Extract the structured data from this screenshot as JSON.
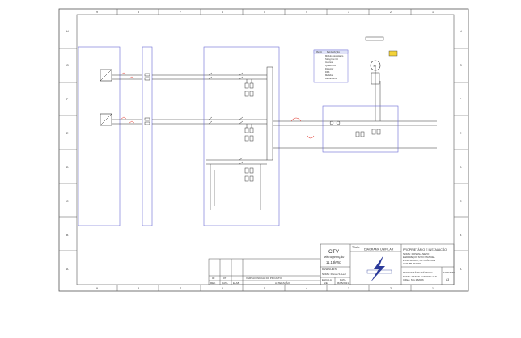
{
  "border": {
    "col_labels_top": [
      "9",
      "8",
      "7",
      "6",
      "5",
      "4",
      "3",
      "2",
      "1"
    ],
    "col_labels_bottom": [
      "9",
      "8",
      "7",
      "6",
      "5",
      "4",
      "3",
      "2",
      "1"
    ],
    "row_labels": [
      "H",
      "G",
      "F",
      "E",
      "D",
      "C",
      "B",
      "A"
    ]
  },
  "legend_box": {
    "header": [
      "Item",
      "Descrição"
    ],
    "rows": [
      "Módulo fotovoltaico",
      "String box CC",
      "Inversor",
      "Quadro CA",
      "Disjuntor",
      "DPS",
      "Medidor",
      "Aterramento"
    ]
  },
  "motor": {
    "label": "M"
  },
  "title_block": {
    "project": "CTV",
    "project_line2": "Microgeração",
    "project_line3": "11,13kWp",
    "title_label": "Título:",
    "title_value": "DIAGRAMA UNIFILAR",
    "owner_heading": "PROPRIETÁRIO E INSTALAÇÃO:",
    "owner_lines": [
      "NOME: ROSANA NETO",
      "ENDEREÇO: SÍTIO MANUEL",
      "ZONA RURAL, ALTINÓPOLIS",
      "CEP: 85.092-000"
    ],
    "designer_heading": "DESENHISTA",
    "designer_name": "NOME: Renan S. Leal",
    "scale_label": "ESCALA",
    "scale_value": "S/E",
    "date_label": "DATA",
    "date_value": "06/05/2021",
    "tech_heading": "RESPONSÁVEL TÉCNICO",
    "tech_lines": [
      "NOME: RENAN SANDRO LEAL",
      "CREA: MG 282026"
    ],
    "format_label": "FORMATO",
    "format_value": "A3",
    "revision_row": {
      "rev": "00",
      "date": "07",
      "desc": "VERSÃO INICIAL DO PROJETO"
    },
    "rev_headers": {
      "rev": "REV.",
      "date": "DATA",
      "elab": "ELAB.",
      "changes": "ALTERAÇÃO"
    }
  }
}
